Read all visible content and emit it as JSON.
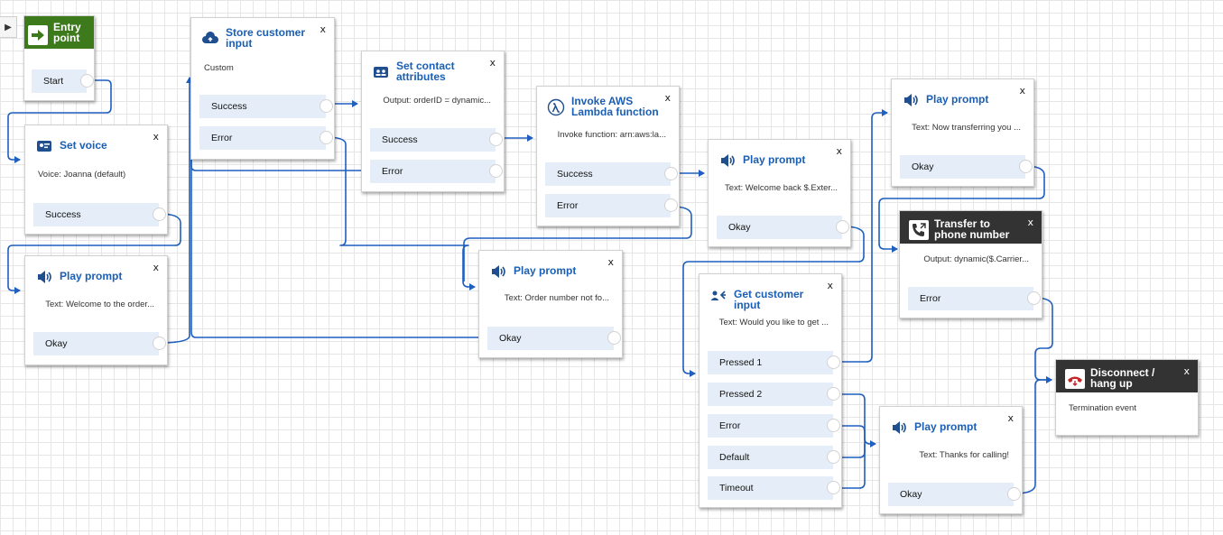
{
  "colors": {
    "wire": "#1f5fbf",
    "title": "#1a5fb4",
    "branch": "#e5eef8",
    "entry": "#3d7a1b",
    "dark": "#333333"
  },
  "blocks": {
    "entry": {
      "title": "Entry point",
      "branches": [
        "Start"
      ],
      "icon": "arrow-right-icon"
    },
    "set_voice": {
      "title": "Set voice",
      "subtitle": "Voice: Joanna (default)",
      "branches": [
        "Success"
      ],
      "icon": "voice-icon"
    },
    "play_welcome": {
      "title": "Play prompt",
      "subtitle": "Text: Welcome to the order...",
      "branches": [
        "Okay"
      ],
      "icon": "speaker-icon"
    },
    "store_input": {
      "title": "Store customer input",
      "subtitle": "Custom",
      "branches": [
        "Success",
        "Error"
      ],
      "icon": "cloud-upload-icon"
    },
    "set_attrs": {
      "title": "Set contact attributes",
      "subtitle": "Output: orderID = dynamic...",
      "branches": [
        "Success",
        "Error"
      ],
      "icon": "contact-attributes-icon"
    },
    "lambda": {
      "title": "Invoke AWS Lambda function",
      "subtitle": "Invoke function: arn:aws:la...",
      "branches": [
        "Success",
        "Error"
      ],
      "icon": "lambda-icon"
    },
    "play_notfound": {
      "title": "Play prompt",
      "subtitle": "Text: Order number not fo...",
      "branches": [
        "Okay"
      ],
      "icon": "speaker-icon"
    },
    "play_welcomeback": {
      "title": "Play prompt",
      "subtitle": "Text: Welcome back $.Exter...",
      "branches": [
        "Okay"
      ],
      "icon": "speaker-icon"
    },
    "get_input": {
      "title": "Get customer input",
      "subtitle": "Text: Would you like to get ...",
      "branches": [
        "Pressed 1",
        "Pressed 2",
        "Error",
        "Default",
        "Timeout"
      ],
      "icon": "get-input-icon"
    },
    "play_transferring": {
      "title": "Play prompt",
      "subtitle": "Text: Now transferring you ...",
      "branches": [
        "Okay"
      ],
      "icon": "speaker-icon"
    },
    "transfer": {
      "title": "Transfer to phone number",
      "subtitle": "Output: dynamic($.Carrier...",
      "branches": [
        "Error"
      ],
      "icon": "phone-transfer-icon"
    },
    "disconnect": {
      "title": "Disconnect / hang up",
      "subtitle": "Termination event",
      "branches": [],
      "icon": "hang-up-icon"
    },
    "play_thanks": {
      "title": "Play prompt",
      "subtitle": "Text: Thanks for calling!",
      "branches": [
        "Okay"
      ],
      "icon": "speaker-icon"
    }
  },
  "close_label": "x"
}
